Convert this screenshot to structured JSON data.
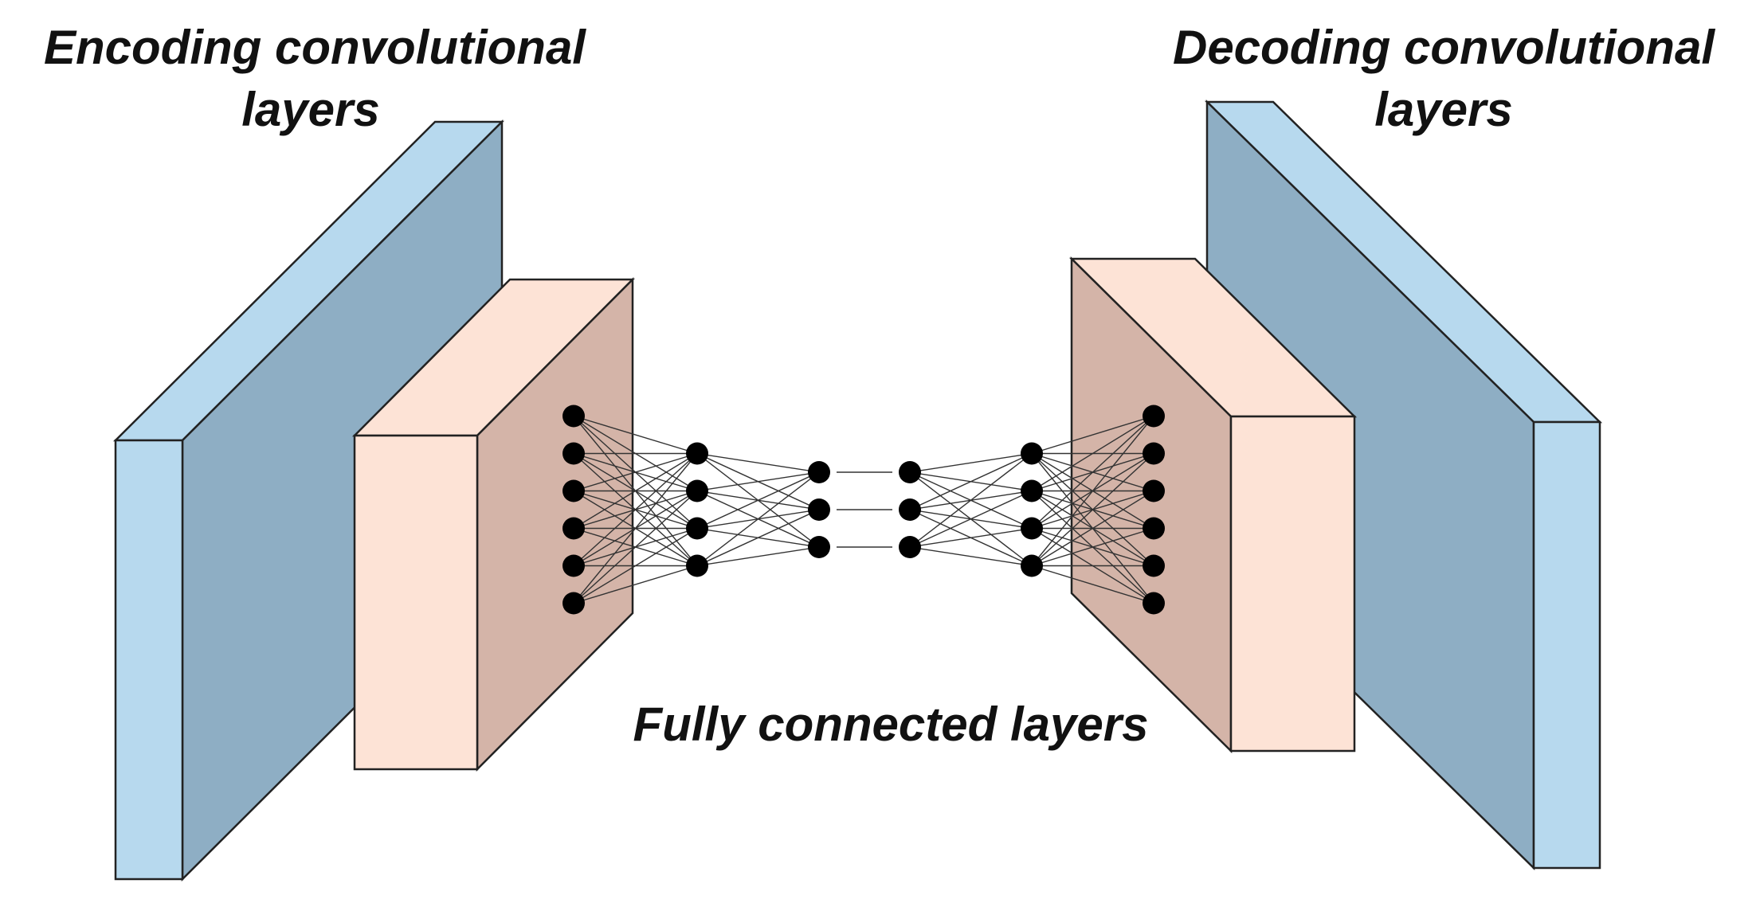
{
  "labels": {
    "encoding_line1": "Encoding convolutional",
    "encoding_line2": "layers",
    "decoding_line1": "Decoding convolutional",
    "decoding_line2": "layers",
    "fully_connected": "Fully connected layers"
  },
  "colors": {
    "blue_front": "#b7d9ee",
    "blue_side": "#8eaec4",
    "peach_front": "#fde3d6",
    "peach_side": "#d4b4a8",
    "node": "#000000",
    "outline": "#222222"
  },
  "network": {
    "layer_node_counts": [
      6,
      4,
      3,
      3,
      4,
      6
    ],
    "full_connections": [
      [
        0,
        1
      ],
      [
        1,
        2
      ],
      [
        3,
        4
      ],
      [
        4,
        5
      ]
    ],
    "one_to_one_connections": [
      [
        2,
        3
      ]
    ]
  }
}
